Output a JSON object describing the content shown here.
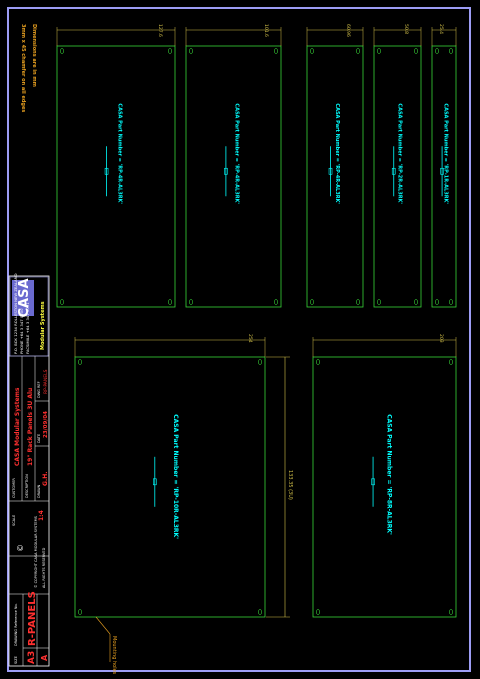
{
  "colors": {
    "background": "#000000",
    "border": "#9d9df5",
    "panel": "#39d539",
    "label": "#00ffff",
    "dimension": "#d4c24a",
    "note": "#e8a020",
    "title_red": "#ff3030",
    "title_white": "#ffffff",
    "title_yellow": "#ffff40"
  },
  "notes": {
    "line1": "Dimensions are in mm",
    "line2": "3mm x 45 chamfer on all edges"
  },
  "top_panels": [
    {
      "dim": "127.6",
      "part_label": "CASA Part Number = 'RP-4R-AL3RK'"
    },
    {
      "dim": "101.6",
      "part_label": "CASA Part Number = 'RP-4R-AL3RK'"
    },
    {
      "dim": "60.96",
      "part_label": "CASA Part Number = 'RP-4R-AL3RK'"
    },
    {
      "dim": "50.8",
      "part_label": "CASA Part Number = 'RP-2R-AL3RK'"
    },
    {
      "dim": "25.4",
      "part_label": "CASA Part Number = 'RP-1R-AL3RK'"
    }
  ],
  "bottom_panels": [
    {
      "dim": "254",
      "part_label": "CASA Part Number = 'RP-10R-AL3RK'"
    },
    {
      "dim": "203",
      "part_label": "CASA Part Number = 'RP-8R-AL3RK'"
    }
  ],
  "height_dim": "133.35 (3U)",
  "leader_note": "Mounting holes",
  "title_block": {
    "company": "CASA",
    "company_sub": "Modular Systems",
    "address": "P.O. BOX 1234 ROLLESTON NEW ZEALAND",
    "phone": "PHONE +64 3 347 0000",
    "fax": "FACSIMILE +64 3 347 0001",
    "customer_label": "CUSTOMER",
    "customer": "CASA Modular Systems",
    "description_label": "DESCRIPTION",
    "description": "19\" Rack Panels 3U Alu",
    "drawn_label": "DRAWN",
    "drawn": "G.H.",
    "date_label": "DATE",
    "date": "23/09/04",
    "dwg_ref_label": "DWG REF",
    "dwg_ref": "RP-PANELS",
    "scale_label": "SCALE",
    "scale": "1:4",
    "size_label": "SIZE",
    "size": "A3",
    "title": "R-PANELS",
    "rev": "A",
    "drawing_ref_label": "DRAWING Reference No.",
    "copyright": "© COPYRIGHT CASA MODULAR SYSTEMS",
    "rights": "ALL RIGHTS RESERVED"
  }
}
